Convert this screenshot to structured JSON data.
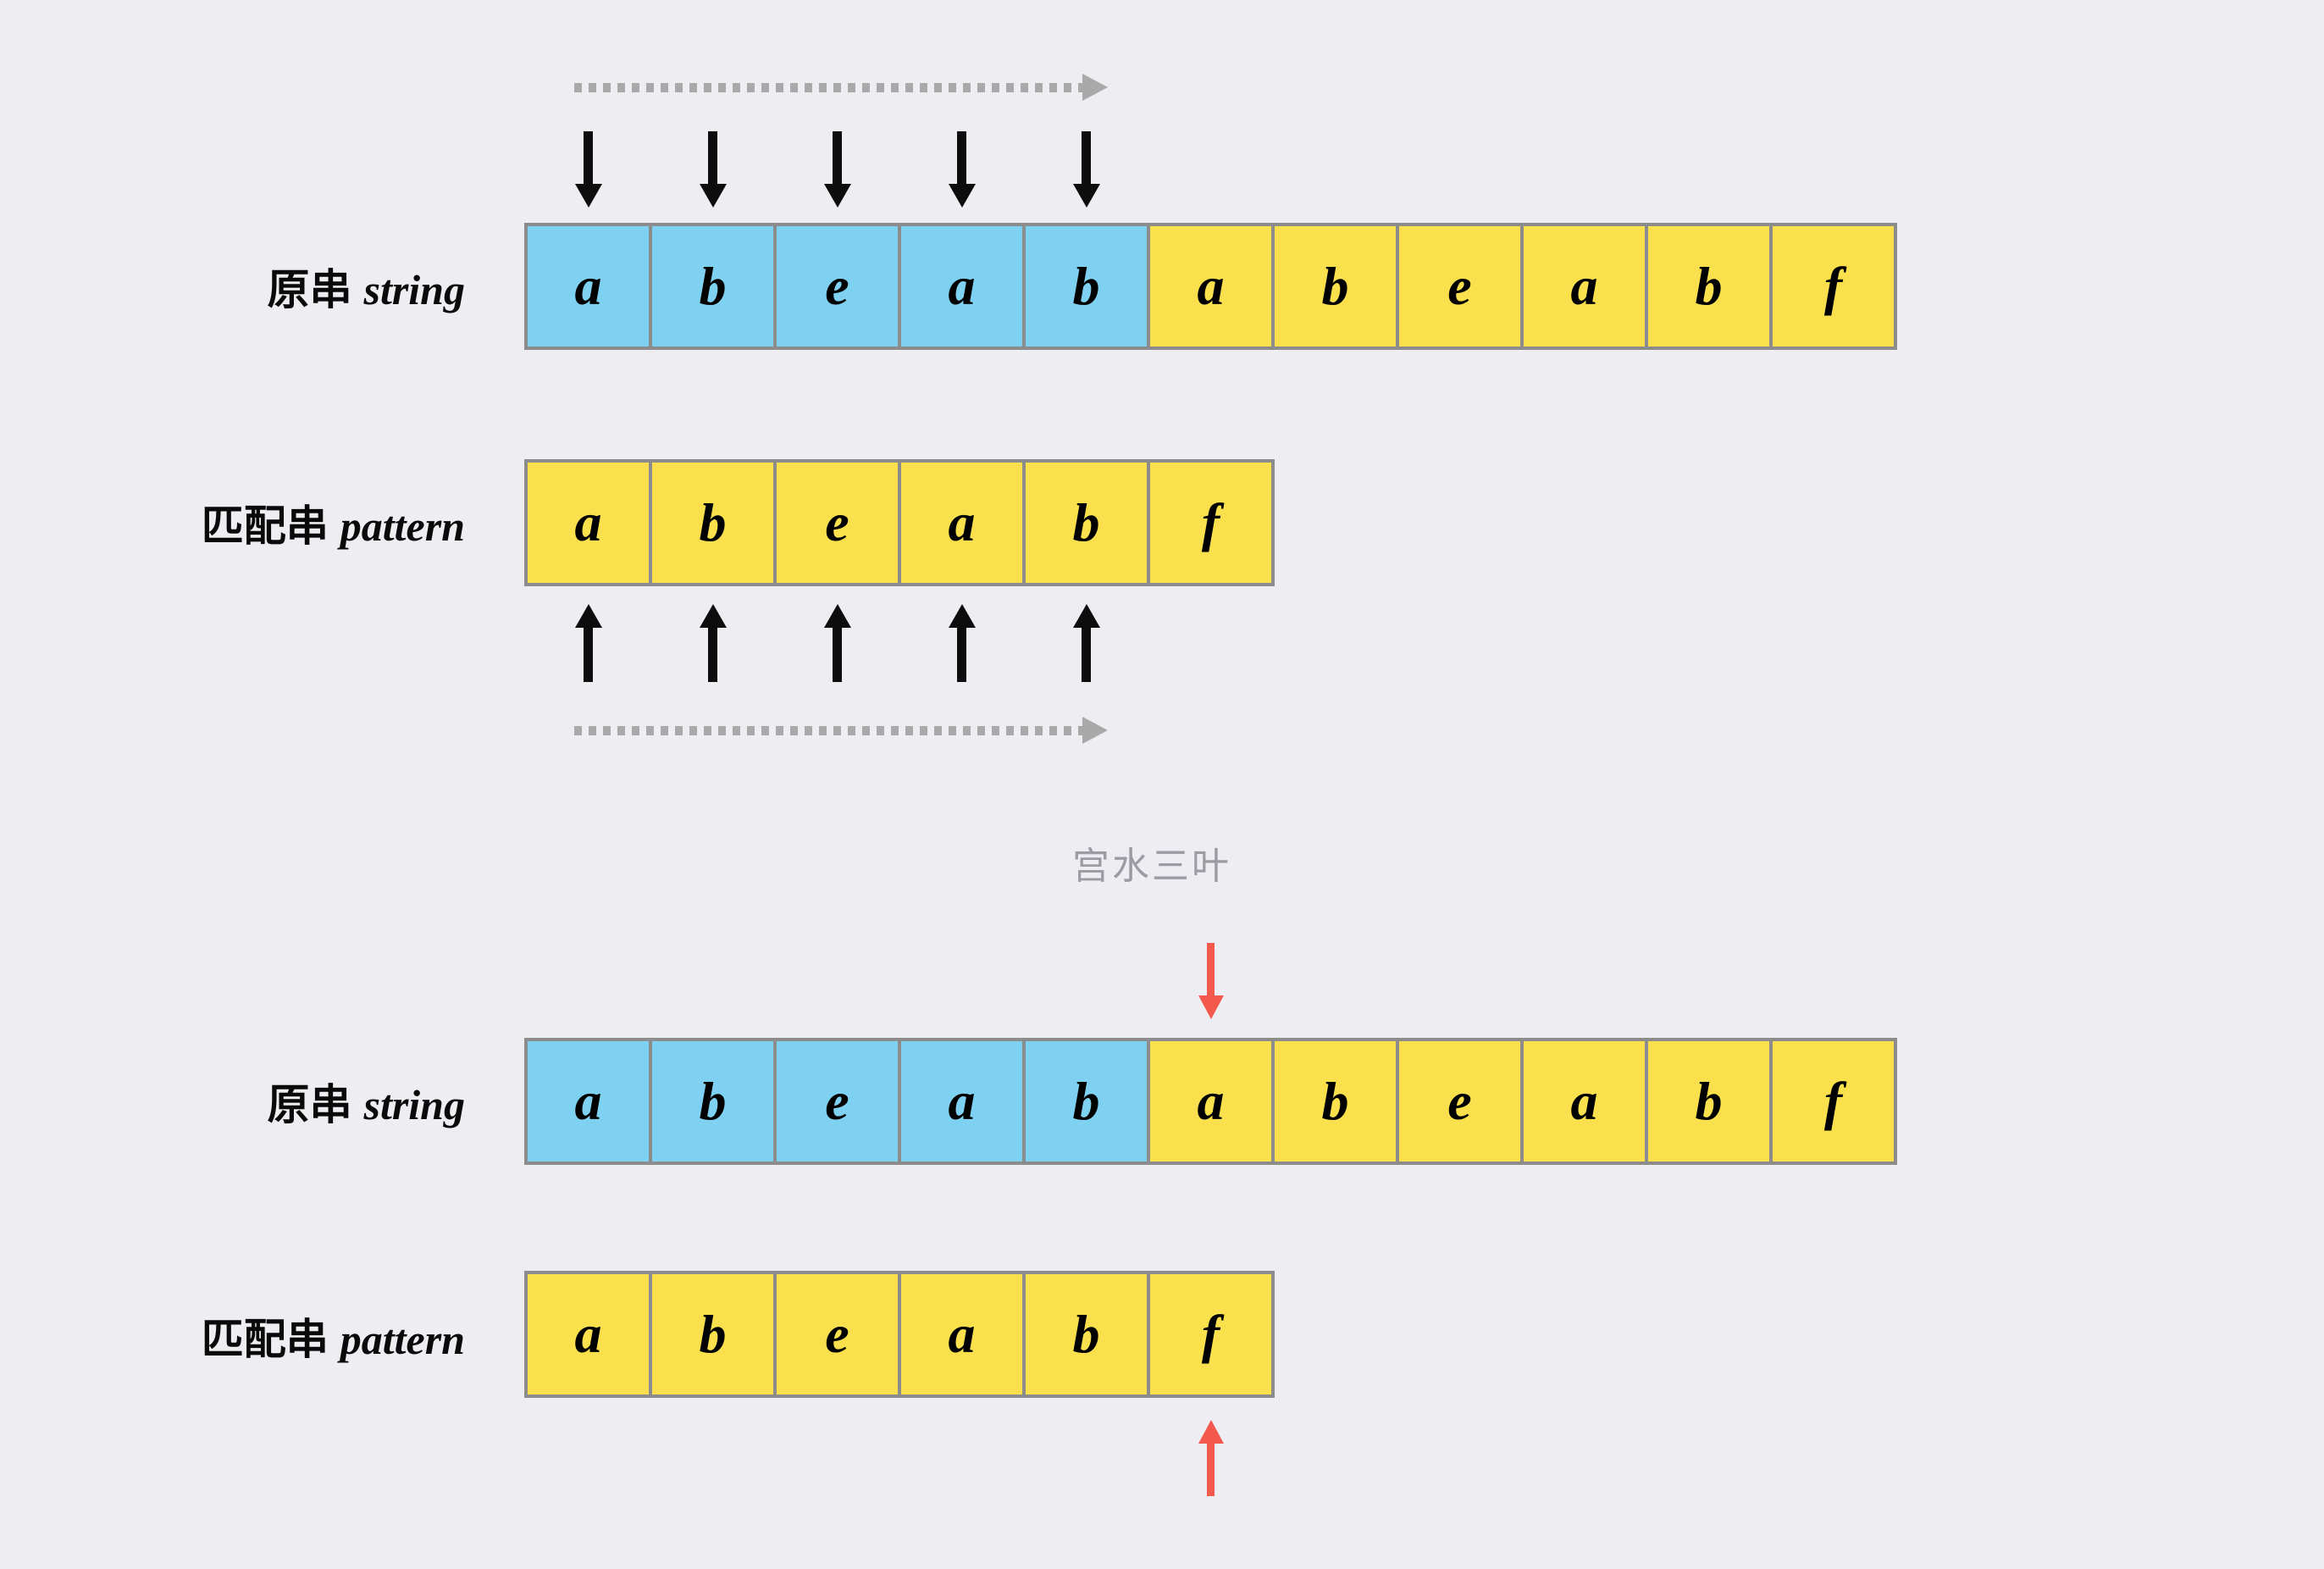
{
  "watermark": "宫水三叶",
  "colors": {
    "background": "#ededf2",
    "cell_blue": "#7fd1f2",
    "cell_yellow": "#f9e04c",
    "cell_border": "#8c8c8c",
    "arrow_black": "#0d0d0d",
    "arrow_red": "#f4594e",
    "dotted_gray": "#a9a9a9",
    "watermark_gray": "#9b9ba3"
  },
  "sections": [
    {
      "name": "scan-compare",
      "string_label": {
        "zh": "原串",
        "en": "string"
      },
      "pattern_label": {
        "zh": "匹配串",
        "en": "pattern"
      },
      "string_cells": [
        {
          "char": "a",
          "color": "blue"
        },
        {
          "char": "b",
          "color": "blue"
        },
        {
          "char": "e",
          "color": "blue"
        },
        {
          "char": "a",
          "color": "blue"
        },
        {
          "char": "b",
          "color": "blue"
        },
        {
          "char": "a",
          "color": "yellow"
        },
        {
          "char": "b",
          "color": "yellow"
        },
        {
          "char": "e",
          "color": "yellow"
        },
        {
          "char": "a",
          "color": "yellow"
        },
        {
          "char": "b",
          "color": "yellow"
        },
        {
          "char": "f",
          "color": "yellow"
        }
      ],
      "pattern_cells": [
        {
          "char": "a",
          "color": "yellow"
        },
        {
          "char": "b",
          "color": "yellow"
        },
        {
          "char": "e",
          "color": "yellow"
        },
        {
          "char": "a",
          "color": "yellow"
        },
        {
          "char": "b",
          "color": "yellow"
        },
        {
          "char": "f",
          "color": "yellow"
        }
      ],
      "down_arrow_indices": [
        0,
        1,
        2,
        3,
        4
      ],
      "up_arrow_indices": [
        0,
        1,
        2,
        3,
        4
      ],
      "arrow_color_name": "black",
      "dotted_arrows": [
        "above-string-direction-right",
        "below-pattern-direction-right"
      ]
    },
    {
      "name": "mismatch-position",
      "string_label": {
        "zh": "原串",
        "en": "string"
      },
      "pattern_label": {
        "zh": "匹配串",
        "en": "pattern"
      },
      "string_cells": [
        {
          "char": "a",
          "color": "blue"
        },
        {
          "char": "b",
          "color": "blue"
        },
        {
          "char": "e",
          "color": "blue"
        },
        {
          "char": "a",
          "color": "blue"
        },
        {
          "char": "b",
          "color": "blue"
        },
        {
          "char": "a",
          "color": "yellow"
        },
        {
          "char": "b",
          "color": "yellow"
        },
        {
          "char": "e",
          "color": "yellow"
        },
        {
          "char": "a",
          "color": "yellow"
        },
        {
          "char": "b",
          "color": "yellow"
        },
        {
          "char": "f",
          "color": "yellow"
        }
      ],
      "pattern_cells": [
        {
          "char": "a",
          "color": "yellow"
        },
        {
          "char": "b",
          "color": "yellow"
        },
        {
          "char": "e",
          "color": "yellow"
        },
        {
          "char": "a",
          "color": "yellow"
        },
        {
          "char": "b",
          "color": "yellow"
        },
        {
          "char": "f",
          "color": "yellow"
        }
      ],
      "down_arrow_indices": [
        5
      ],
      "up_arrow_indices": [
        5
      ],
      "arrow_color_name": "red",
      "dotted_arrows": []
    }
  ]
}
